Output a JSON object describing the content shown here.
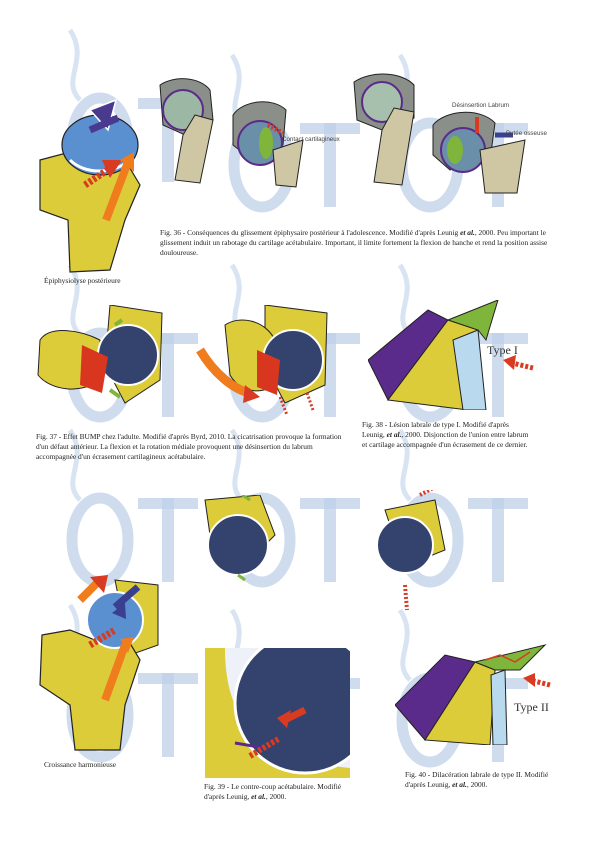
{
  "labels": {
    "epiphysiolyse": "Épiphysiolyse postérieure",
    "croissance": "Croissance harmonieuse",
    "contact_cartilagineux": "Contact cartilagineux",
    "desinsertion_labrum": "Désinsertion Labrum",
    "butee_osseuse": "Butée osseuse",
    "type1": "Type I",
    "type2": "Type II"
  },
  "captions": {
    "fig36": {
      "head": "Fig. 36 - Conséquences du glissement épiphysaire postérieur à l'adolescence. Modifié d'après Leunig ",
      "etal": "et al.",
      "tail": ", 2000. Peu important le glissement induit un rabotage du cartilage acétabulaire. Important, il limite fortement la flexion de hanche et rend la position assise douloureuse."
    },
    "fig37": {
      "text": "Fig. 37 - Effet BUMP chez l'adulte. Modifié d'après Byrd, 2010. La cicatrisation provoque la formation d'un défaut antérieur. La flexion et la rotation médiale provoquent une désinsertion du labrum accompagnée d'un écrasement cartilagineux acétabulaire."
    },
    "fig38": {
      "head": "Fig. 38 - Lésion labrale de type I. Modifié d'après Leunig, ",
      "etal": "et al.",
      "tail": ", 2000. Disjonction de l'union entre labrum et cartilage accompagnée d'un écrasement de ce dernier."
    },
    "fig39": {
      "head": "Fig. 39 - Le contre-coup acétabulaire. Modifié d'après Leunig, ",
      "etal": "et al.",
      "tail": ", 2000."
    },
    "fig40": {
      "head": "Fig. 40 - Dilacération labrale de type II. Modifié d'après Leunig, ",
      "etal": "et al.",
      "tail": ", 2000."
    }
  },
  "colors": {
    "bone_yellow": "#ddcc3a",
    "head_blue": "#5a8fd0",
    "head_dark": "#34436d",
    "cartilage_green": "#7fb53a",
    "labrum_purple": "#5a2b8a",
    "arrow_red": "#d83a22",
    "arrow_orange": "#ef7c1d",
    "bump_red": "#d8361f",
    "watermark": "#b8cde6"
  }
}
